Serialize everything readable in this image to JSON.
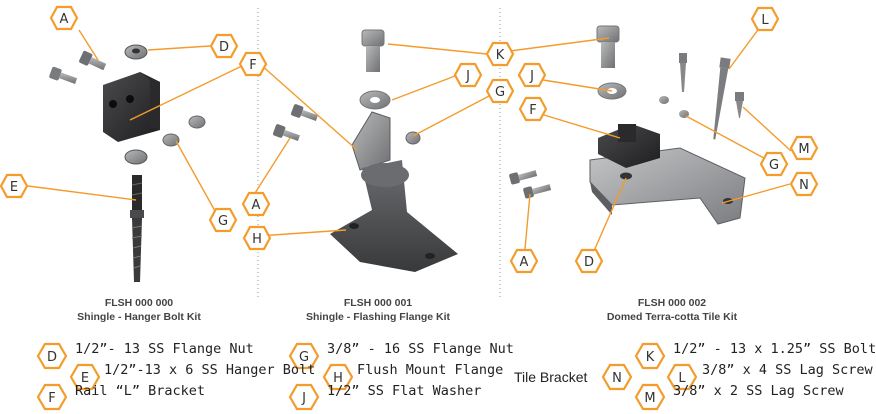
{
  "accent_color": "#f39c2c",
  "kits": [
    {
      "code": "FLSH 000 000",
      "name": "Shingle - Hanger Bolt Kit"
    },
    {
      "code": "FLSH 000 001",
      "name": "Shingle - Flashing Flange Kit"
    },
    {
      "code": "FLSH 000 002",
      "name": "Domed Terra-cotta Tile Kit"
    }
  ],
  "callouts": {
    "a": "A",
    "d": "D",
    "e": "E",
    "f": "F",
    "g": "G",
    "h": "H",
    "j": "J",
    "k": "K",
    "l": "L",
    "m": "M",
    "n": "N"
  },
  "legend": {
    "d": {
      "letter": "D",
      "text": "1/2”- 13 SS Flange Nut"
    },
    "e": {
      "letter": "E",
      "text": "1/2”-13 x 6 SS Hanger Bolt"
    },
    "f": {
      "letter": "F",
      "text": "Rail “L” Bracket"
    },
    "g": {
      "letter": "G",
      "text": "3/8” - 16 SS Flange Nut"
    },
    "h": {
      "letter": "H",
      "text": "Flush Mount Flange"
    },
    "j": {
      "letter": "J",
      "text": "1/2” SS Flat Washer"
    },
    "k": {
      "letter": "K",
      "text": "1/2” - 13 x 1.25” SS Bolt"
    },
    "l": {
      "letter": "L",
      "text": "3/8” x 4 SS Lag Screw"
    },
    "m": {
      "letter": "M",
      "text": "3/8” x 2 SS Lag Screw"
    },
    "n": {
      "letter": "N",
      "text": "Tile Bracket"
    }
  }
}
